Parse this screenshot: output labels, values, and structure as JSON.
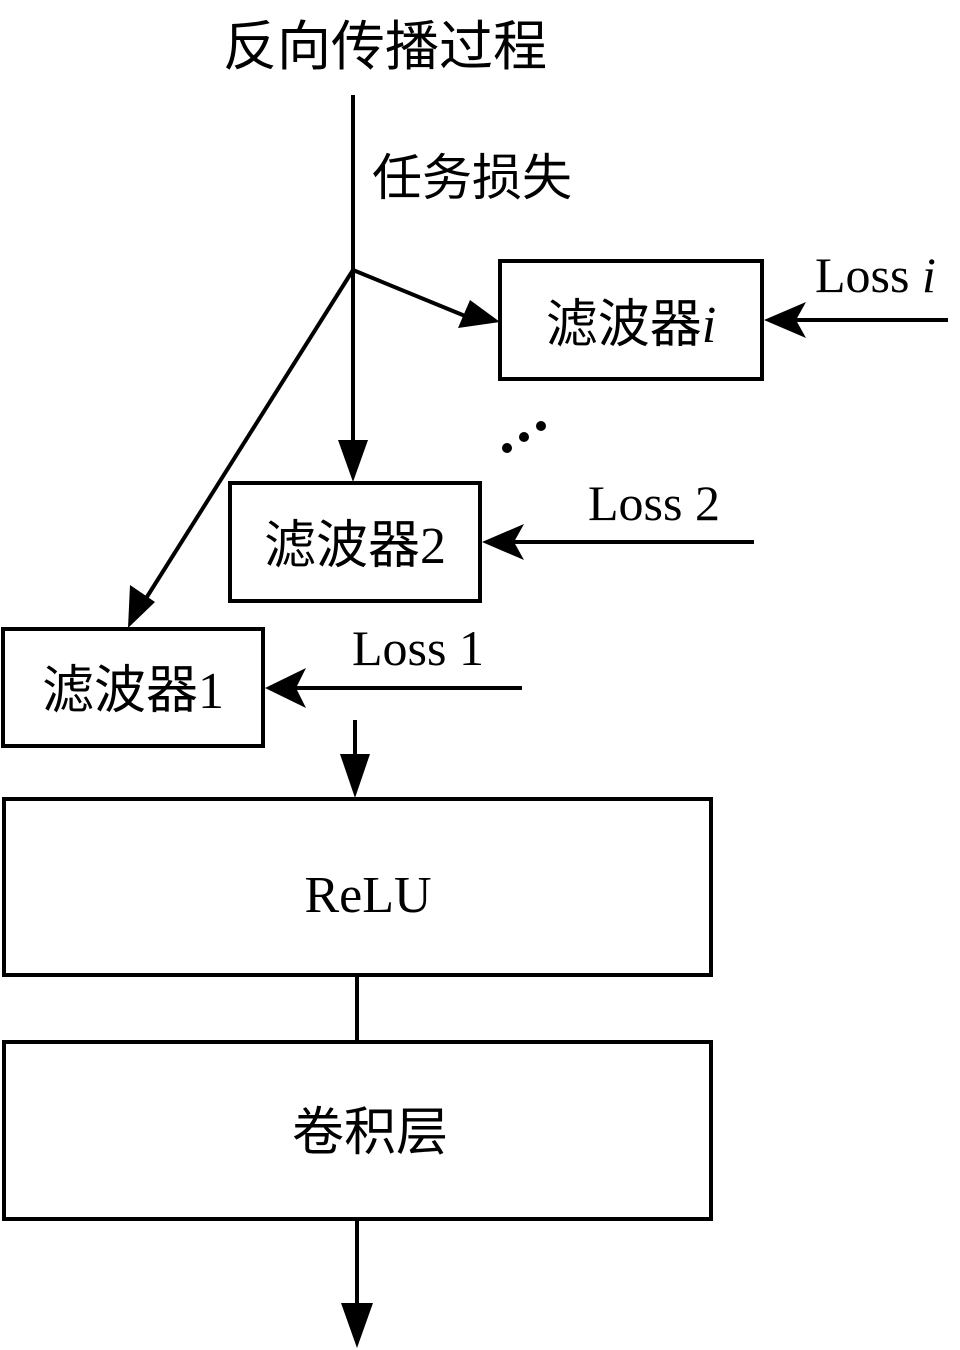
{
  "diagram": {
    "title": "反向传播过程",
    "task_loss_label": "任务损失",
    "filters": [
      {
        "id": "filter-i",
        "label": "滤波器",
        "suffix": "i",
        "suffix_italic": true,
        "loss_label": "Loss ",
        "loss_suffix": "i"
      },
      {
        "id": "filter-2",
        "label": "滤波器",
        "suffix": "2",
        "suffix_italic": false,
        "loss_label": "Loss 2",
        "loss_suffix": ""
      },
      {
        "id": "filter-1",
        "label": "滤波器",
        "suffix": "1",
        "suffix_italic": false,
        "loss_label": "Loss 1",
        "loss_suffix": ""
      }
    ],
    "ellipsis": "⋰",
    "relu_label": "ReLU",
    "conv_label": "卷积层",
    "colors": {
      "stroke": "#000000",
      "background": "#ffffff"
    }
  }
}
